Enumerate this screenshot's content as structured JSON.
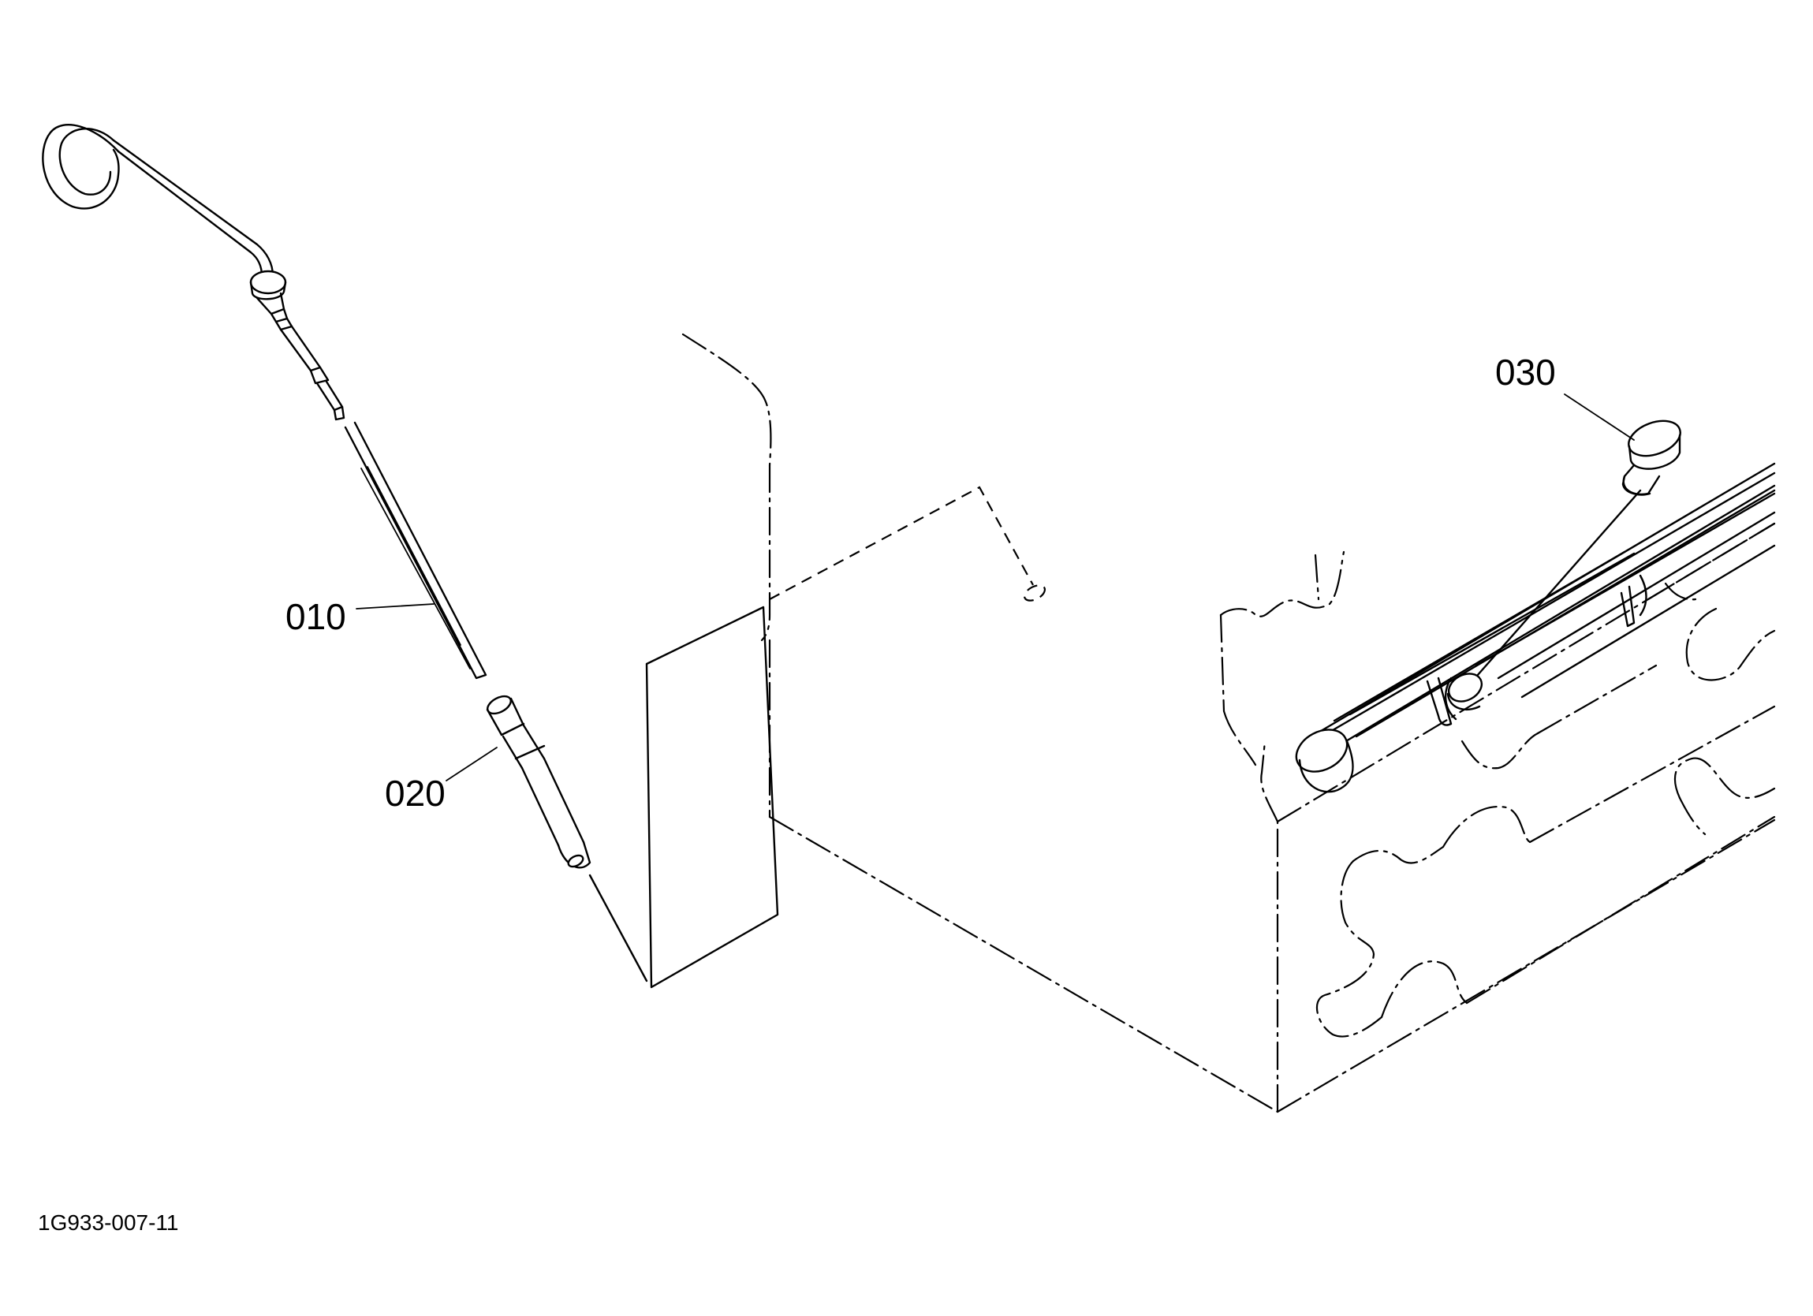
{
  "callouts": {
    "p010": "010",
    "p020": "020",
    "p030": "030"
  },
  "drawing_id": "1G933-007-11"
}
